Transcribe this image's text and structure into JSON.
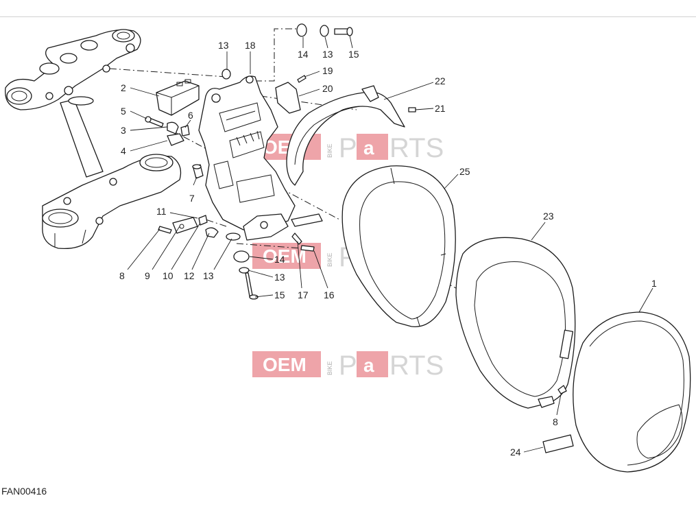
{
  "figure_code": "FAN00416",
  "watermark": {
    "oem": "OEM",
    "bike": "BIKE",
    "p": "P",
    "a": "a",
    "rts": "RTS"
  },
  "callouts": [
    {
      "id": "c1",
      "label": "1"
    },
    {
      "id": "c2",
      "label": "2"
    },
    {
      "id": "c3",
      "label": "3"
    },
    {
      "id": "c4",
      "label": "4"
    },
    {
      "id": "c5",
      "label": "5"
    },
    {
      "id": "c6",
      "label": "6"
    },
    {
      "id": "c7",
      "label": "7"
    },
    {
      "id": "c8a",
      "label": "8"
    },
    {
      "id": "c8b",
      "label": "8"
    },
    {
      "id": "c9",
      "label": "9"
    },
    {
      "id": "c10",
      "label": "10"
    },
    {
      "id": "c11",
      "label": "11"
    },
    {
      "id": "c12",
      "label": "12"
    },
    {
      "id": "c13a",
      "label": "13"
    },
    {
      "id": "c13b",
      "label": "13"
    },
    {
      "id": "c13c",
      "label": "13"
    },
    {
      "id": "c13d",
      "label": "13"
    },
    {
      "id": "c14a",
      "label": "14"
    },
    {
      "id": "c14b",
      "label": "14"
    },
    {
      "id": "c15a",
      "label": "15"
    },
    {
      "id": "c15b",
      "label": "15"
    },
    {
      "id": "c16",
      "label": "16"
    },
    {
      "id": "c17",
      "label": "17"
    },
    {
      "id": "c18",
      "label": "18"
    },
    {
      "id": "c19",
      "label": "19"
    },
    {
      "id": "c20",
      "label": "20"
    },
    {
      "id": "c21",
      "label": "21"
    },
    {
      "id": "c22",
      "label": "22"
    },
    {
      "id": "c23",
      "label": "23"
    },
    {
      "id": "c24",
      "label": "24"
    },
    {
      "id": "c25",
      "label": "25"
    }
  ]
}
